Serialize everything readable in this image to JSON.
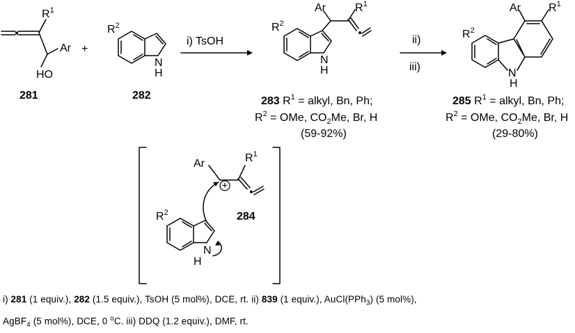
{
  "reactant_281": {
    "r_label": "R",
    "r_sup": "1",
    "oh": "HO",
    "ar": "Ar",
    "id": "281"
  },
  "plus": "+",
  "reactant_282": {
    "r_label": "R",
    "r_sup": "2",
    "nh": "N",
    "h": "H",
    "id": "282"
  },
  "arrow1": {
    "condition": "i) TsOH"
  },
  "product_283": {
    "ar": "Ar",
    "r1": "R",
    "r1_sup": "1",
    "r2": "R",
    "r2_sup": "2",
    "nh": "N",
    "h": "H",
    "id": "283",
    "line1_rest": " R",
    "line1_sup": "1",
    "line1_tail": " = alkyl, Bn, Ph;",
    "line2_r": "R",
    "line2_sup": "2",
    "line2_a": " = OMe, CO",
    "line2_sub": "2",
    "line2_b": "Me, Br, H",
    "yield": "(59-92%)"
  },
  "arrow2": {
    "top": "ii)",
    "bottom": "iii)"
  },
  "product_285": {
    "ar": "Ar",
    "r1": "R",
    "r1_sup": "1",
    "r2": "R",
    "r2_sup": "2",
    "nh": "N",
    "h": "H",
    "id": "285",
    "line1_rest": " R",
    "line1_sup": "1",
    "line1_tail": " = alkyl, Bn, Ph;",
    "line2_r": "R",
    "line2_sup": "2",
    "line2_a": " = OMe, CO",
    "line2_sub": "2",
    "line2_b": "Me, Br, H",
    "yield": "(29-80%)"
  },
  "intermediate_284": {
    "ar": "Ar",
    "r1": "R",
    "r1_sup": "1",
    "r2": "R",
    "r2_sup": "2",
    "charge": "+",
    "nh": "N",
    "h": "H",
    "id": "284"
  },
  "conditions": {
    "p1": "i) ",
    "b1": "281",
    "p2": " (1 equiv.), ",
    "b2": "282",
    "p3": " (1.5 equiv.), TsOH (5 mol%), DCE, rt. ii) ",
    "b3": "839",
    "p4": " (1 equiv.), AuCl(PPh",
    "s1": "3",
    "p5": ") (5 mol%),",
    "p6": "AgBF",
    "s2": "4",
    "p7": " (5 mol%), DCE, 0 ",
    "sup1": "o",
    "p8": "C. iii) DDQ (1.2 equiv.), DMF, rt."
  }
}
